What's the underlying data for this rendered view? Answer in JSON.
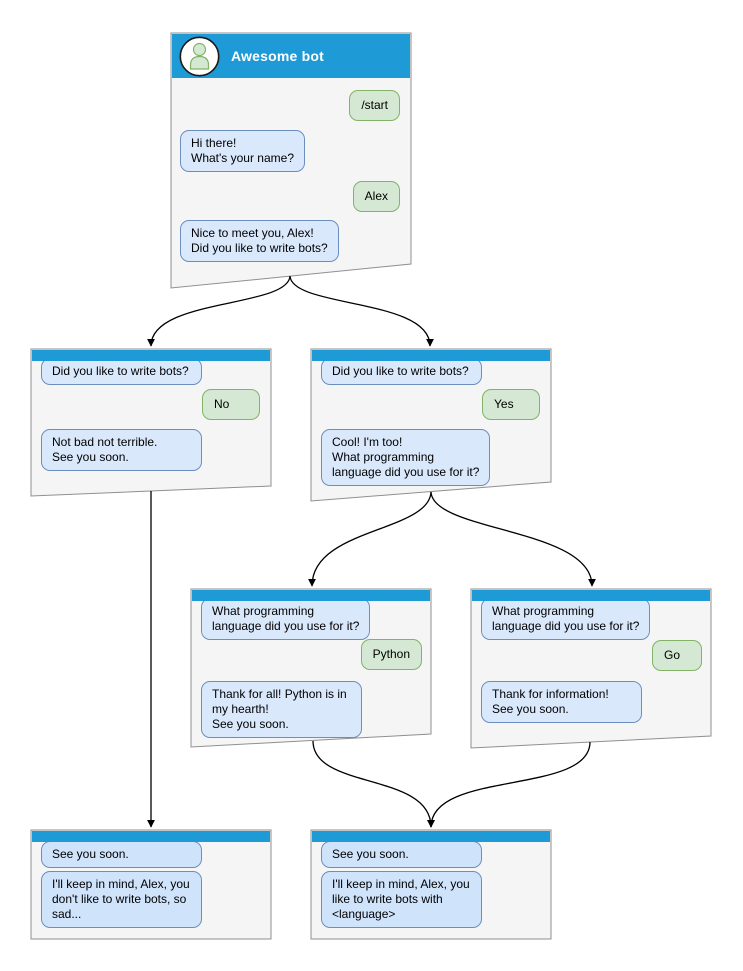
{
  "colors": {
    "header_blue": "#1e9ad6",
    "window_fill": "#f5f5f5",
    "window_border": "#8f8f8f",
    "bot_bubble_fill": "#dae8fc",
    "bot_bubble_border": "#6c8ebf",
    "user_bubble_fill": "#d5e8d4",
    "user_bubble_border": "#82b366",
    "final_bubble_fill": "#cfe3fb",
    "connector_color": "#000000"
  },
  "main_window": {
    "title": "Awesome bot",
    "avatar_icon": "person-icon",
    "messages": [
      {
        "sender": "user",
        "text": "/start"
      },
      {
        "sender": "bot",
        "text": "Hi there!\nWhat's your name?"
      },
      {
        "sender": "user",
        "text": "Alex"
      },
      {
        "sender": "bot",
        "text": "Nice to meet you, Alex!\nDid you like to write bots?"
      }
    ]
  },
  "branch_no": {
    "messages": [
      {
        "sender": "bot",
        "text": "Did you like to write bots?"
      },
      {
        "sender": "user",
        "text": "No"
      },
      {
        "sender": "bot",
        "text": "Not bad not terrible.\nSee you soon."
      }
    ]
  },
  "branch_yes": {
    "messages": [
      {
        "sender": "bot",
        "text": "Did you like to write bots?"
      },
      {
        "sender": "user",
        "text": "Yes"
      },
      {
        "sender": "bot",
        "text": "Cool! I'm too!\nWhat programming\nlanguage did you use for it?"
      }
    ]
  },
  "branch_python": {
    "messages": [
      {
        "sender": "bot",
        "text": "What programming\nlanguage did you use for it?"
      },
      {
        "sender": "user",
        "text": "Python"
      },
      {
        "sender": "bot",
        "text": "Thank for all! Python is in\nmy hearth!\nSee you soon."
      }
    ]
  },
  "branch_go": {
    "messages": [
      {
        "sender": "bot",
        "text": "What programming\nlanguage did you use for it?"
      },
      {
        "sender": "user",
        "text": "Go"
      },
      {
        "sender": "bot",
        "text": "Thank for information!\nSee you soon."
      }
    ]
  },
  "final_no": {
    "messages": [
      {
        "sender": "bot",
        "text": "See you soon."
      },
      {
        "sender": "bot",
        "text": "I'll keep in mind, Alex, you\ndon't like to write bots, so\nsad..."
      }
    ]
  },
  "final_yes": {
    "messages": [
      {
        "sender": "bot",
        "text": "See you soon."
      },
      {
        "sender": "bot",
        "text": "I'll keep in mind, Alex, you\nlike to write bots with\n<language>"
      }
    ]
  }
}
